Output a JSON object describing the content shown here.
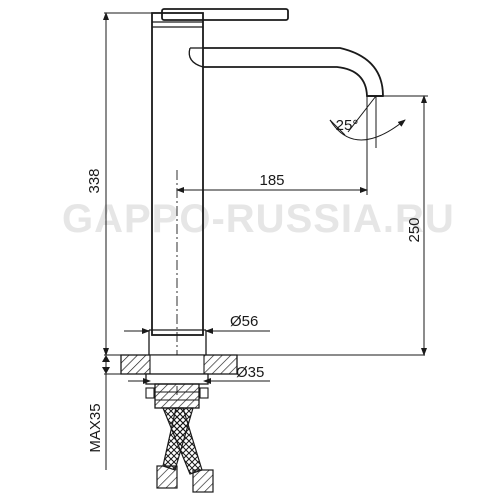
{
  "dimensions": {
    "total_height": "338",
    "spout_reach": "185",
    "spout_height": "250",
    "angle": "25°",
    "base_diameter": "Ø56",
    "mount_hole_diameter": "Ø35",
    "max_countertop": "MAX35"
  },
  "watermark": "GAPPO-RUSSIA.RU",
  "colors": {
    "line": "#1a1a1a",
    "watermark": "#e6e6e6"
  }
}
